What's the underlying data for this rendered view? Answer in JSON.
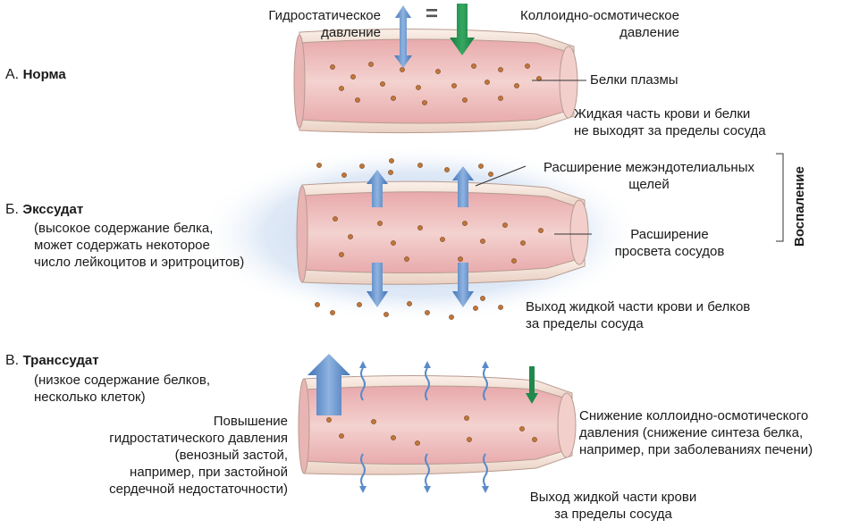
{
  "sections": {
    "a": {
      "letter": "А.",
      "name": "Норма"
    },
    "b": {
      "letter": "Б.",
      "name": "Экссудат",
      "desc": "(высокое содержание белка,\nможет содержать некоторое\nчисло лейкоцитов и эритроцитов)"
    },
    "c": {
      "letter": "В.",
      "name": "Транссудат",
      "desc": "(низкое содержание белков,\nнесколько клеток)"
    }
  },
  "labels": {
    "hydrostatic": "Гидростатическое\nдавление",
    "equals": "=",
    "colloid": "Коллоидно-осмотическое\nдавление",
    "plasma_proteins": "Белки плазмы",
    "normal_note": "Жидкая часть крови и белки\nне выходят за пределы сосуда",
    "gap_widening": "Расширение межэндотелиальных\nщелей",
    "lumen_widening": "Расширение\nпросвета сосудов",
    "inflammation": "Воспаление",
    "exudate_outflow": "Выход жидкой части крови и белков\nза пределы сосуда",
    "hydro_increase": "Повышение\nгидростатического давления\n(венозный застой,\nнапример, при застойной\nсердечной недостаточности)",
    "colloid_decrease": "Снижение коллоидно-осмотического\nдавления (снижение синтеза белка,\nнапример, при заболеваниях печени)",
    "transudate_outflow": "Выход жидкой части крови\nза пределы сосуда"
  },
  "colors": {
    "hydrostatic_arrow": "#4a7fc0",
    "colloid_arrow": "#1f8a4c",
    "vessel_lumen": "#e9aeb0",
    "vessel_wall": "#f6e7dc",
    "protein": "#c0763a",
    "inflammation_halo": "#a9c3e6"
  }
}
